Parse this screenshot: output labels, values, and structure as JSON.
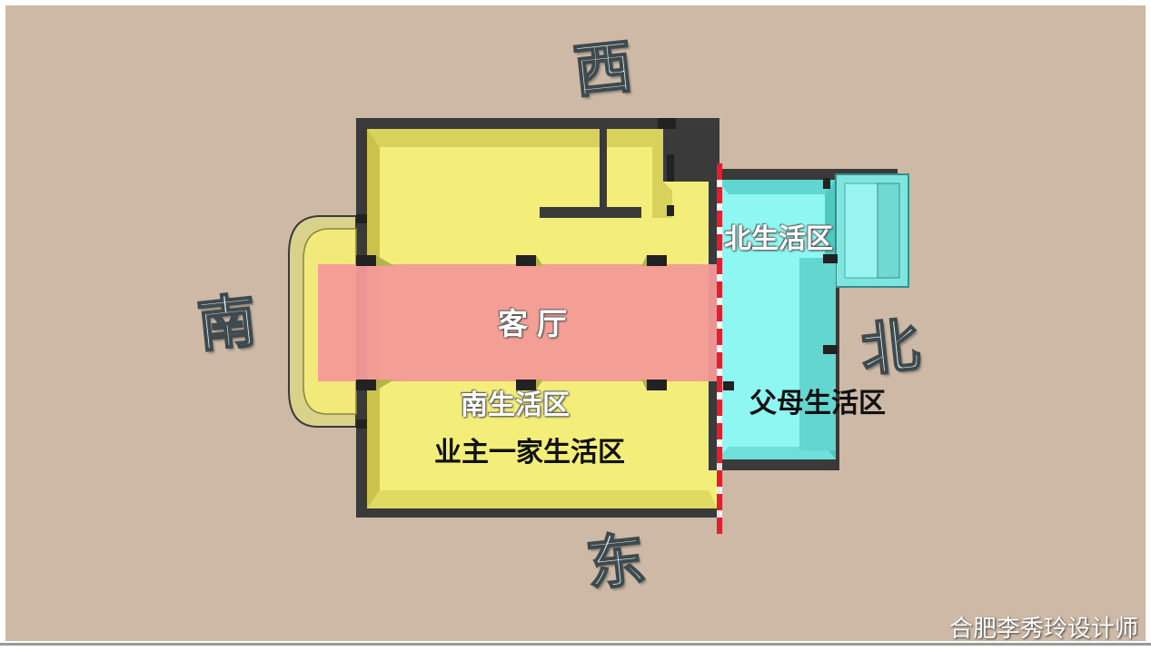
{
  "directions": {
    "west": "西",
    "south": "南",
    "north": "北",
    "east": "东"
  },
  "zones": {
    "living_room": "客厅",
    "north_zone": "北生活区",
    "south_zone": "南生活区",
    "parents_zone": "父母生活区",
    "owner_zone": "业主一家生活区"
  },
  "watermark": "合肥李秀玲设计师",
  "colors": {
    "background": "#cdb9a6",
    "south_floor": "#f3ee7a",
    "north_floor": "#8ff7f2",
    "living_band": "#f39a98",
    "divider": "#e0202e",
    "wall": "#3a3a3a"
  }
}
